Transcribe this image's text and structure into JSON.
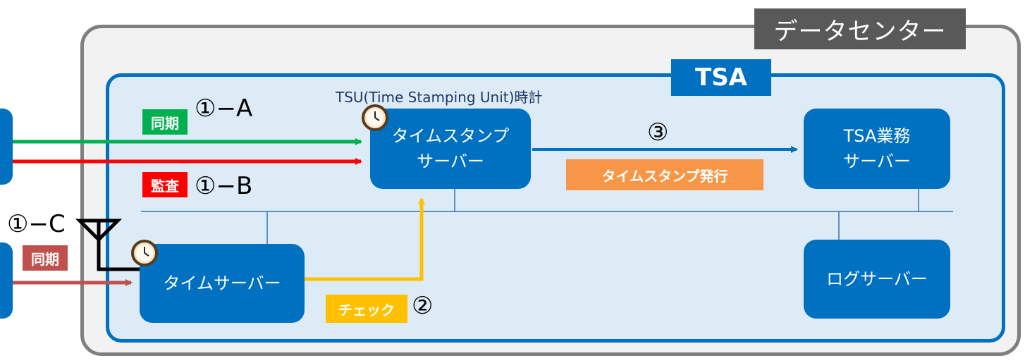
{
  "datacenter": {
    "title": "データセンター"
  },
  "tsa": {
    "title": "TSA",
    "tsu_caption": "TSU(Time Stamping Unit)時計"
  },
  "nodes": {
    "timestamp_server": [
      "タイムスタンプ",
      "サーバー"
    ],
    "tsa_business_server": [
      "TSA業務",
      "サーバー"
    ],
    "time_server": "タイムサーバー",
    "log_server": "ログサーバー"
  },
  "badges": {
    "sync_a": "同期",
    "audit_b": "監査",
    "sync_c": "同期",
    "check": "チェック",
    "issue": "タイムスタンプ発行"
  },
  "markers": {
    "one_a": "①−A",
    "one_b": "①−B",
    "one_c": "①−C",
    "two": "②",
    "three": "③"
  },
  "colors": {
    "blue": "#0070c0",
    "green": "#00b050",
    "red": "#ff0000",
    "brown_red": "#c0504d",
    "yellow": "#ffc000",
    "orange": "#f79646",
    "gray": "#7f7f7f"
  },
  "icons": [
    "clock-icon",
    "antenna-icon"
  ]
}
